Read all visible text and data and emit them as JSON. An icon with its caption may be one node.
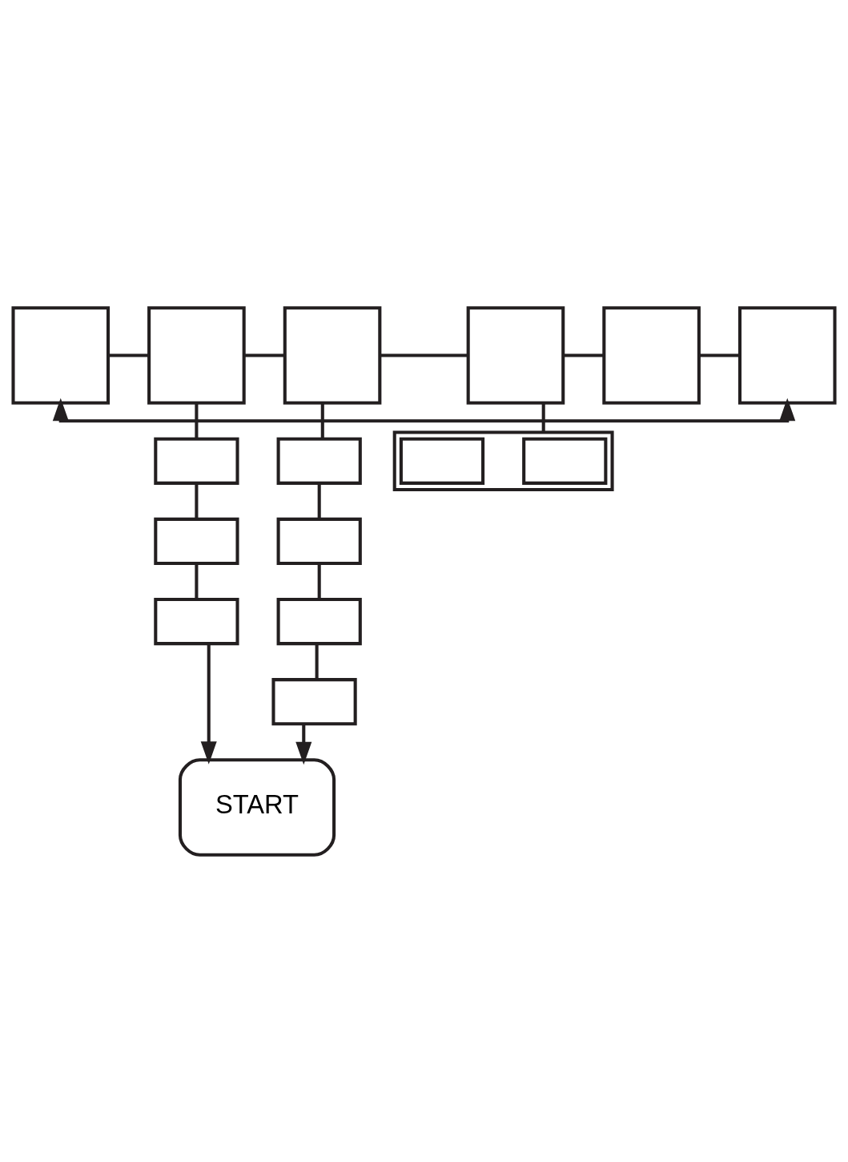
{
  "diagram": {
    "nodes": [
      {
        "text": [],
        "shape": "box"
      },
      {
        "text": [],
        "shape": "box"
      },
      {
        "text": [],
        "shape": "box"
      },
      {
        "text": [],
        "shape": "box"
      },
      {
        "text": [],
        "shape": "box"
      },
      {
        "text": [],
        "shape": "box"
      },
      {
        "text": [],
        "shape": "box"
      },
      {
        "text": [],
        "shape": "box"
      },
      {
        "text": [],
        "shape": "box"
      },
      {
        "text": [],
        "shape": "box"
      },
      {
        "text": [],
        "shape": "box"
      },
      {
        "text": [],
        "shape": "box"
      },
      {
        "text": [],
        "shape": "box"
      },
      {
        "text": [],
        "shape": "box"
      },
      {
        "text": [],
        "shape": "box",
        "in": 13
      },
      {
        "text": [],
        "shape": "box",
        "in": 13
      },
      {
        "text": [
          "START"
        ]
      }
    ],
    "edges": [
      {
        "from": 0,
        "to": 5,
        "arrow": "both"
      },
      {
        "from": 0,
        "to": 1,
        "arrow": "none"
      },
      {
        "from": 1,
        "to": 2,
        "arrow": "none"
      },
      {
        "from": 2,
        "to": 3,
        "arrow": "none"
      },
      {
        "from": 3,
        "to": 4,
        "arrow": "none"
      },
      {
        "from": 4,
        "to": 5,
        "arrow": "none"
      },
      {
        "from": 1,
        "to": 6,
        "arrow": "none"
      },
      {
        "from": 6,
        "to": 7,
        "arrow": "none"
      },
      {
        "from": 7,
        "to": 8,
        "arrow": "none"
      },
      {
        "from": 2,
        "to": 9,
        "arrow": "none"
      },
      {
        "from": 9,
        "to": 10,
        "arrow": "none"
      },
      {
        "from": 10,
        "to": 11,
        "arrow": "none"
      },
      {
        "from": 11,
        "to": 12,
        "arrow": "none"
      },
      {
        "from": 3,
        "to": 13,
        "arrow": "none"
      },
      {
        "from": 8,
        "to": 16,
        "arrow": "to"
      },
      {
        "from": 12,
        "to": 16,
        "arrow": "to"
      }
    ]
  }
}
